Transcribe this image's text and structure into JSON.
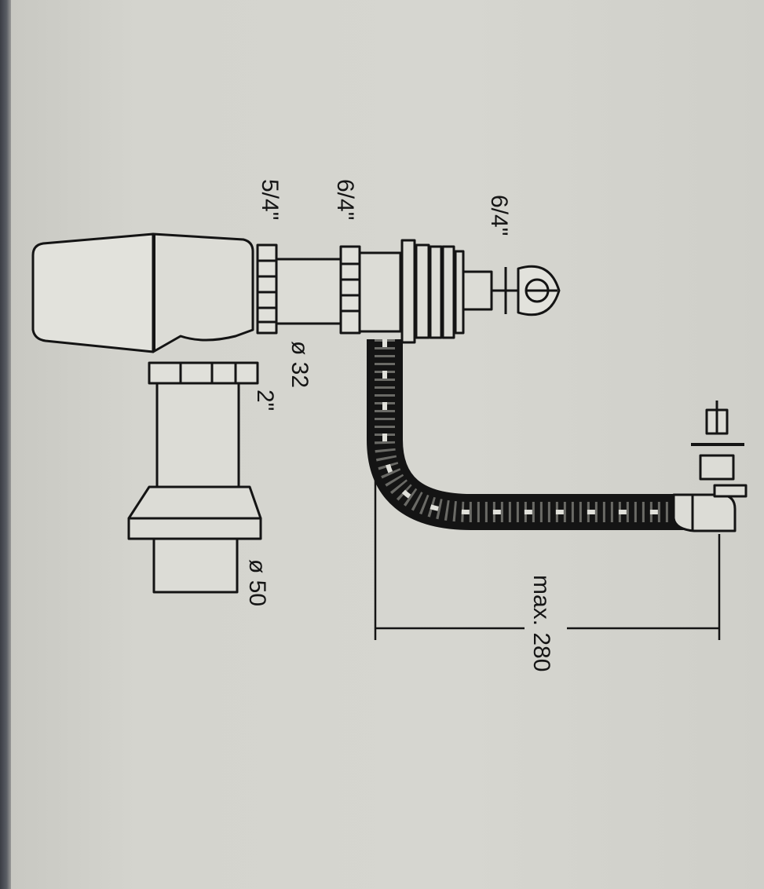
{
  "drawing": {
    "labels": {
      "valve_thread": "6/4\"",
      "outlet_thread_top": "6/4\"",
      "outlet_thread_bottom": "5/4\"",
      "pipe_diameter_small": "ø 32",
      "thread_2in": "2\"",
      "pipe_diameter_large": "ø 50",
      "hose_length": "max. 280"
    }
  }
}
